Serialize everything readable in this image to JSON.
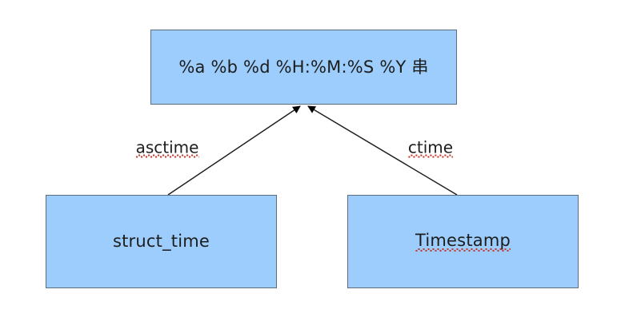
{
  "diagram": {
    "title": "asctime / ctime conversion diagram",
    "background_color": "#ffffff",
    "node_fill_color": "#9ccdfc",
    "node_border_color": "#5b6e80",
    "text_color": "#1d1d1d",
    "spellcheck_underline_color": "#c0392b",
    "nodes": [
      {
        "id": "format-string",
        "label": "%a %b %d %H:%M:%S %Y 串",
        "spellchecked": false
      },
      {
        "id": "struct-time",
        "label": "struct_time",
        "spellchecked": false
      },
      {
        "id": "timestamp",
        "label": "Timestamp",
        "spellchecked": true
      }
    ],
    "edges": [
      {
        "id": "asctime",
        "label": "asctime",
        "from": "struct-time",
        "to": "format-string",
        "arrowhead": "filled-triangle",
        "spellchecked": true
      },
      {
        "id": "ctime",
        "label": "ctime",
        "from": "timestamp",
        "to": "format-string",
        "arrowhead": "filled-triangle",
        "spellchecked": true
      }
    ]
  }
}
